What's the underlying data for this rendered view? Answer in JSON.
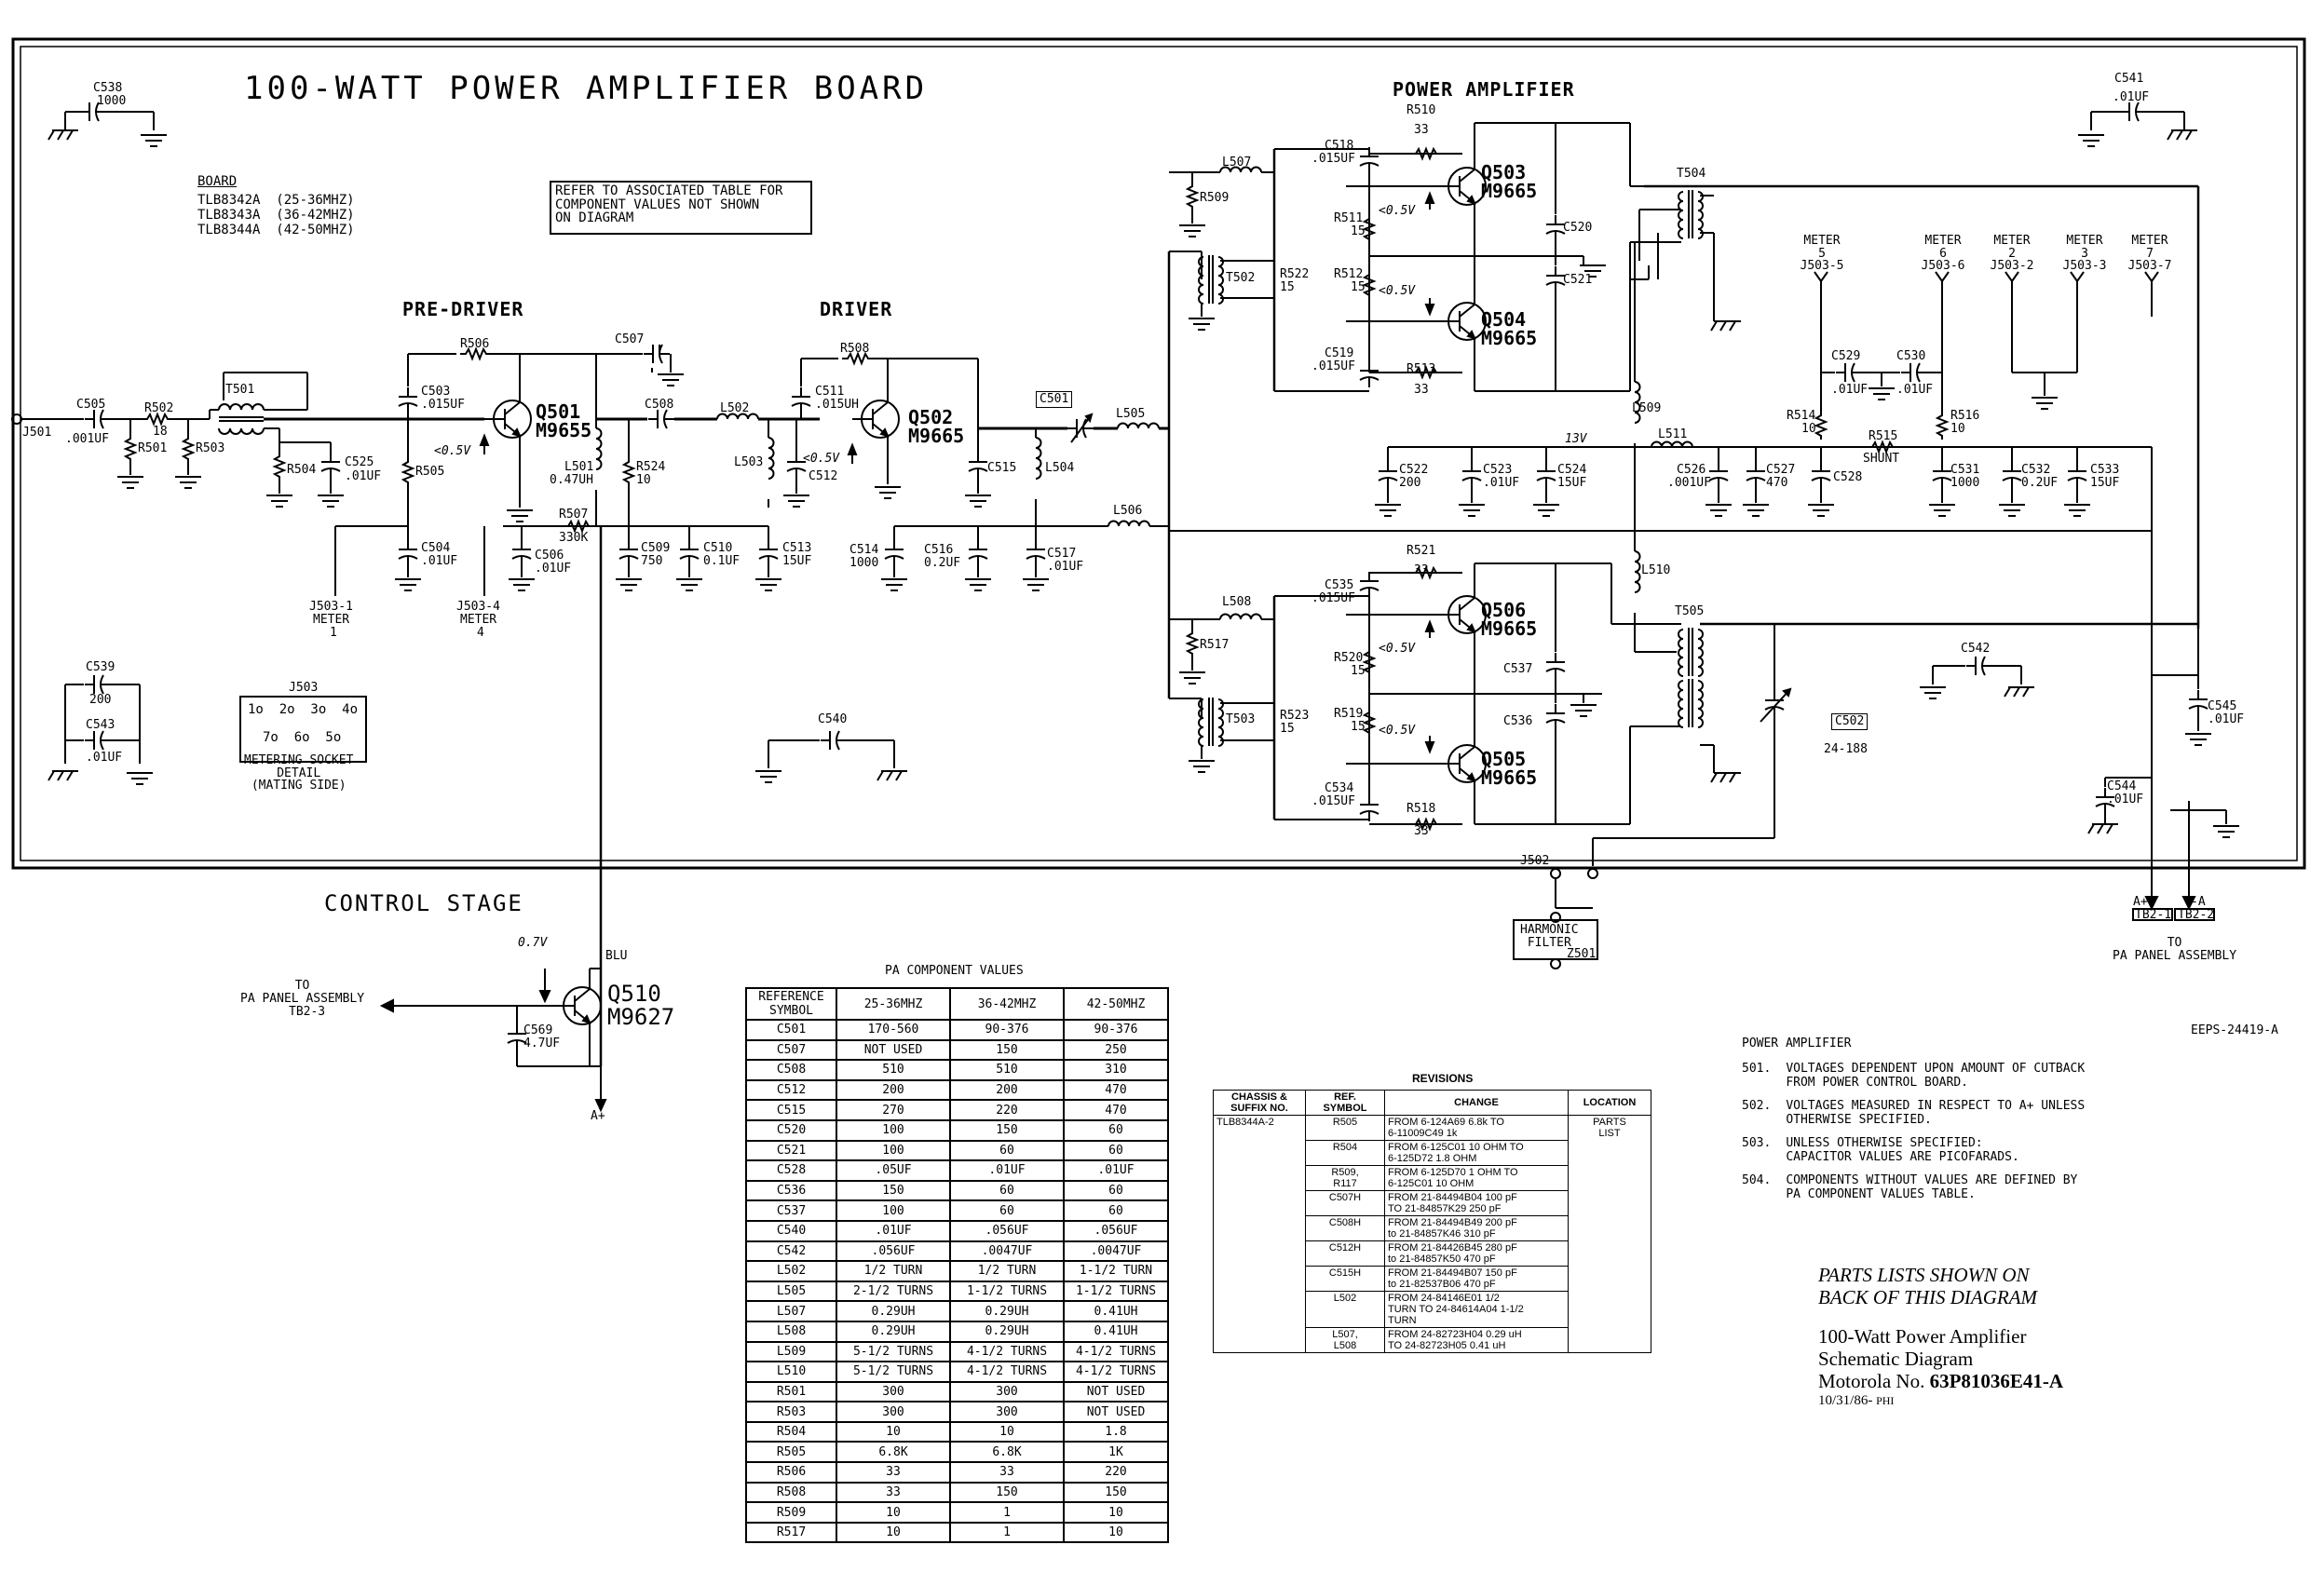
{
  "title": "100-WATT POWER AMPLIFIER BOARD",
  "board": {
    "heading": "BOARD",
    "variants": [
      "TLB8342A  (25-36MHZ)",
      "TLB8343A  (36-42MHZ)",
      "TLB8344A  (42-50MHZ)"
    ]
  },
  "refer_note": [
    "REFER TO ASSOCIATED TABLE FOR",
    "COMPONENT VALUES NOT SHOWN",
    "ON DIAGRAM"
  ],
  "sections": {
    "pre_driver": "PRE-DRIVER",
    "driver": "DRIVER",
    "power_amplifier": "POWER AMPLIFIER",
    "control_stage": "CONTROL STAGE"
  },
  "transistors": {
    "q501": {
      "ref": "Q501",
      "type": "M9655"
    },
    "q502": {
      "ref": "Q502",
      "type": "M9665"
    },
    "q503": {
      "ref": "Q503",
      "type": "M9665"
    },
    "q504": {
      "ref": "Q504",
      "type": "M9665"
    },
    "q506": {
      "ref": "Q506",
      "type": "M9665"
    },
    "q505": {
      "ref": "Q505",
      "type": "M9665"
    },
    "q510": {
      "ref": "Q510",
      "type": "M9627"
    }
  },
  "labels": {
    "c538": "C538",
    "c538v": "1000",
    "c541": "C541",
    "c541v": ".01UF",
    "j501": "J501",
    "c505": "C505",
    "c505v": ".001UF",
    "r502": "R502",
    "r502v": "18",
    "r501": "R501",
    "r503": "R503",
    "t501": "T501",
    "r504": "R504",
    "c525": "C525",
    "c525v": ".01UF",
    "r505": "R505",
    "r506": "R506",
    "c503": "C503",
    "c503v": ".015UF",
    "c507": "C507",
    "c508": "C508",
    "l501": "L501",
    "l501v": "0.47UH",
    "r524": "R524",
    "r524v": "10",
    "r507": "R507",
    "r507v": "330K",
    "c504": "C504",
    "c504v": ".01UF",
    "c506": "C506",
    "c506v": ".01UF",
    "c509": "C509",
    "c509v": "750",
    "c510": "C510",
    "c510v": "0.1UF",
    "c513": "C513",
    "c513v": "15UF",
    "l502": "L502",
    "l503": "L503",
    "r508": "R508",
    "c511": "C511",
    "c511v": ".015UH",
    "c512": "C512",
    "c501": "C501",
    "c515": "C515",
    "l504": "L504",
    "l505": "L505",
    "l506": "L506",
    "c514": "C514",
    "c514v": "1000",
    "c516": "C516",
    "c516v": "0.2UF",
    "c517": "C517",
    "c517v": ".01UF",
    "volt05": "<0.5V",
    "j503_1": "J503-1",
    "meter1": "METER",
    "meter1n": "1",
    "j503_4": "J503-4",
    "meter4": "METER",
    "meter4n": "4",
    "c539": "C539",
    "c539v": "200",
    "c543": "C543",
    "c543v": ".01UF",
    "j503": "J503",
    "socket_row1": "1o  2o  3o  4o",
    "socket_row2": "7o  6o  5o",
    "socket_caption": "METERING SOCKET\nDETAIL\n(MATING SIDE)",
    "c540": "C540",
    "l507": "L507",
    "r509": "R509",
    "c518": "C518",
    "c518v": ".015UF",
    "r510": "R510",
    "r510v": "33",
    "r511": "R511",
    "r511v": "15",
    "r512": "R512",
    "r512v": "15",
    "r522": "R522",
    "r522v": "15",
    "t502": "T502",
    "t504": "T504",
    "c520": "C520",
    "c521": "C521",
    "c519": "C519",
    "c519v": ".015UF",
    "r513": "R513",
    "r513v": "33",
    "l509": "L509",
    "l510": "L510",
    "l511": "L511",
    "v13": "13V",
    "c522": "C522",
    "c522v": "200",
    "c523": "C523",
    "c523v": ".01UF",
    "c524": "C524",
    "c524v": "15UF",
    "c526": "C526",
    "c526v": ".001UF",
    "c527": "C527",
    "c527v": "470",
    "c528": "C528",
    "c529": "C529",
    "c529v": ".01UF",
    "c530": "C530",
    "c530v": ".01UF",
    "r514": "R514",
    "r514v": "10",
    "r515": "R515",
    "r515v": "SHUNT",
    "r516": "R516",
    "r516v": "10",
    "c531": "C531",
    "c531v": "1000",
    "c532": "C532",
    "c532v": "0.2UF",
    "c533": "C533",
    "c533v": "15UF",
    "meter5": "METER\n5\nJ503-5",
    "meter6": "METER\n6\nJ503-6",
    "meter2": "METER\n2\nJ503-2",
    "meter3": "METER\n3\nJ503-3",
    "meter7": "METER\n7\nJ503-7",
    "l508": "L508",
    "r517": "R517",
    "c535": "C535",
    "c535v": ".015UF",
    "r521": "R521",
    "r521v": "33",
    "r520": "R520",
    "r520v": "15",
    "r519": "R519",
    "r519v": "15",
    "r523": "R523",
    "r523v": "15",
    "t503": "T503",
    "t505": "T505",
    "c537": "C537",
    "c536": "C536",
    "c534": "C534",
    "c534v": ".015UF",
    "r518": "R518",
    "r518v": "33",
    "c502": "C502",
    "c502v": "24-188",
    "c542": "C542",
    "c545": "C545",
    "c545v": ".01UF",
    "c544": "C544",
    "c544v": ".01UF",
    "j502": "J502",
    "harmonic": "HARMONIC\nFILTER",
    "z501": "Z501",
    "tb2_1": "TB2-1",
    "tb2_2": "TB2-2",
    "aplus": "A+",
    "aminus": "-A",
    "to_pa_right": "TO\nPA PANEL ASSEMBLY",
    "to_pa_left": "TO\nPA PANEL ASSEMBLY",
    "tb2_3": "TB2-3",
    "v07": "0.7V",
    "blu": "BLU",
    "c569": "C569",
    "c569v": "4.7UF",
    "aplus_bottom": "A+",
    "eeps": "EEPS-24419-A"
  },
  "pa_table": {
    "caption": "PA COMPONENT VALUES",
    "headers": [
      "REFERENCE\nSYMBOL",
      "25-36MHZ",
      "36-42MHZ",
      "42-50MHZ"
    ],
    "rows": [
      [
        "C501",
        "170-560",
        "90-376",
        "90-376"
      ],
      [
        "C507",
        "NOT USED",
        "150",
        "250"
      ],
      [
        "C508",
        "510",
        "510",
        "310"
      ],
      [
        "C512",
        "200",
        "200",
        "470"
      ],
      [
        "C515",
        "270",
        "220",
        "470"
      ],
      [
        "C520",
        "100",
        "150",
        "60"
      ],
      [
        "C521",
        "100",
        "60",
        "60"
      ],
      [
        "C528",
        ".05UF",
        ".01UF",
        ".01UF"
      ],
      [
        "C536",
        "150",
        "60",
        "60"
      ],
      [
        "C537",
        "100",
        "60",
        "60"
      ],
      [
        "C540",
        ".01UF",
        ".056UF",
        ".056UF"
      ],
      [
        "C542",
        ".056UF",
        ".0047UF",
        ".0047UF"
      ],
      [
        "L502",
        "1/2 TURN",
        "1/2 TURN",
        "1-1/2 TURN"
      ],
      [
        "L505",
        "2-1/2 TURNS",
        "1-1/2 TURNS",
        "1-1/2 TURNS"
      ],
      [
        "L507",
        "0.29UH",
        "0.29UH",
        "0.41UH"
      ],
      [
        "L508",
        "0.29UH",
        "0.29UH",
        "0.41UH"
      ],
      [
        "L509",
        "5-1/2 TURNS",
        "4-1/2 TURNS",
        "4-1/2 TURNS"
      ],
      [
        "L510",
        "5-1/2 TURNS",
        "4-1/2 TURNS",
        "4-1/2 TURNS"
      ],
      [
        "R501",
        "300",
        "300",
        "NOT USED"
      ],
      [
        "R503",
        "300",
        "300",
        "NOT USED"
      ],
      [
        "R504",
        "10",
        "10",
        "1.8"
      ],
      [
        "R505",
        "6.8K",
        "6.8K",
        "1K"
      ],
      [
        "R506",
        "33",
        "33",
        "220"
      ],
      [
        "R508",
        "33",
        "150",
        "150"
      ],
      [
        "R509",
        "10",
        "1",
        "10"
      ],
      [
        "R517",
        "10",
        "1",
        "10"
      ]
    ]
  },
  "revisions": {
    "caption": "REVISIONS",
    "headers": [
      "CHASSIS &\nSUFFIX NO.",
      "REF.\nSYMBOL",
      "CHANGE",
      "LOCATION"
    ],
    "chassis": "TLB8344A-2",
    "location": "PARTS\nLIST",
    "rows": [
      [
        "R505",
        "FROM 6-124A69 6.8k TO\n6-11009C49 1k"
      ],
      [
        "R504",
        "FROM 6-125C01 10 OHM TO\n6-125D72 1.8 OHM"
      ],
      [
        "R509,\nR117",
        "FROM 6-125D70 1 OHM TO\n6-125C01 10 OHM"
      ],
      [
        "C507H",
        "FROM 21-84494B04 100 pF\nTO 21-84857K29 250 pF"
      ],
      [
        "C508H",
        "FROM 21-84494B49 200 pF\nto 21-84857K46 310 pF"
      ],
      [
        "C512H",
        "FROM 21-84426B45 280 pF\nto 21-84857K50 470 pF"
      ],
      [
        "C515H",
        "FROM 21-84494B07 150 pF\nto 21-82537B06 470 pF"
      ],
      [
        "L502",
        "FROM 24-84146E01 1/2\nTURN TO 24-84614A04 1-1/2\nTURN"
      ],
      [
        "L507,\nL508",
        "FROM 24-82723H04 0.29 uH\nTO 24-82723H05 0.41 uH"
      ]
    ]
  },
  "notes": {
    "heading": "POWER AMPLIFIER",
    "items": [
      {
        "num": "501.",
        "text": "VOLTAGES DEPENDENT UPON AMOUNT OF CUTBACK\nFROM POWER CONTROL BOARD."
      },
      {
        "num": "502.",
        "text": "VOLTAGES MEASURED IN RESPECT TO A+ UNLESS\nOTHERWISE SPECIFIED."
      },
      {
        "num": "503.",
        "text": "UNLESS OTHERWISE SPECIFIED:\nCAPACITOR VALUES ARE PICOFARADS."
      },
      {
        "num": "504.",
        "text": "COMPONENTS WITHOUT VALUES ARE DEFINED BY\nPA COMPONENT VALUES TABLE."
      }
    ]
  },
  "footer": {
    "parts_line1": "PARTS LISTS SHOWN ON",
    "parts_line2": "BACK OF THIS DIAGRAM",
    "line1": "100-Watt Power Amplifier",
    "line2": "Schematic Diagram",
    "motorola_prefix": "Motorola No. ",
    "motorola_no": "63P81036E41-A",
    "date": "10/31/86-",
    "suffix": "PHI"
  }
}
